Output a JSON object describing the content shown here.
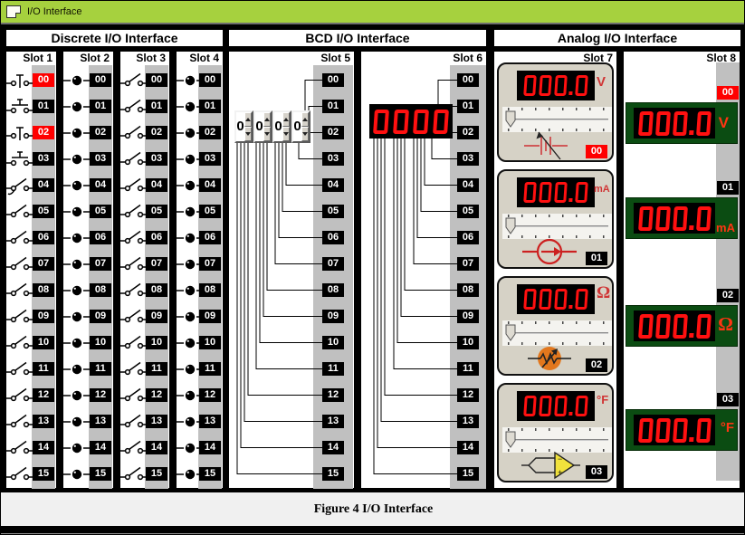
{
  "titlebar": {
    "title": "I/O Interface"
  },
  "caption": "Figure 4  I/O Interface",
  "discrete": {
    "title": "Discrete I/O Interface",
    "slots": [
      {
        "name": "Slot 1",
        "device": "switch",
        "points": [
          {
            "label": "00",
            "kind": "no-pushbutton",
            "on": true
          },
          {
            "label": "01",
            "kind": "nc-pushbutton",
            "on": false
          },
          {
            "label": "02",
            "kind": "no-pushbutton",
            "on": true
          },
          {
            "label": "03",
            "kind": "nc-pushbutton",
            "on": false
          },
          {
            "label": "04",
            "kind": "lever-switch",
            "on": false
          },
          {
            "label": "05",
            "kind": "toggle-switch",
            "on": false
          },
          {
            "label": "06",
            "kind": "toggle-switch",
            "on": false
          },
          {
            "label": "07",
            "kind": "toggle-switch",
            "on": false
          },
          {
            "label": "08",
            "kind": "toggle-switch",
            "on": false
          },
          {
            "label": "09",
            "kind": "toggle-switch",
            "on": false
          },
          {
            "label": "10",
            "kind": "toggle-switch",
            "on": false
          },
          {
            "label": "11",
            "kind": "toggle-switch",
            "on": false
          },
          {
            "label": "12",
            "kind": "toggle-switch",
            "on": false
          },
          {
            "label": "13",
            "kind": "toggle-switch",
            "on": false
          },
          {
            "label": "14",
            "kind": "toggle-switch",
            "on": false
          },
          {
            "label": "15",
            "kind": "toggle-switch",
            "on": false
          }
        ]
      },
      {
        "name": "Slot 2",
        "device": "lamp",
        "points": [
          {
            "label": "00",
            "kind": "lamp",
            "on": false
          },
          {
            "label": "01",
            "kind": "lamp",
            "on": false
          },
          {
            "label": "02",
            "kind": "lamp",
            "on": false
          },
          {
            "label": "03",
            "kind": "lamp",
            "on": false
          },
          {
            "label": "04",
            "kind": "lamp",
            "on": false
          },
          {
            "label": "05",
            "kind": "lamp",
            "on": false
          },
          {
            "label": "06",
            "kind": "lamp",
            "on": false
          },
          {
            "label": "07",
            "kind": "lamp",
            "on": false
          },
          {
            "label": "08",
            "kind": "lamp",
            "on": false
          },
          {
            "label": "09",
            "kind": "lamp",
            "on": false
          },
          {
            "label": "10",
            "kind": "lamp",
            "on": false
          },
          {
            "label": "11",
            "kind": "lamp",
            "on": false
          },
          {
            "label": "12",
            "kind": "lamp",
            "on": false
          },
          {
            "label": "13",
            "kind": "lamp",
            "on": false
          },
          {
            "label": "14",
            "kind": "lamp",
            "on": false
          },
          {
            "label": "15",
            "kind": "lamp",
            "on": false
          }
        ]
      },
      {
        "name": "Slot 3",
        "device": "switch",
        "points": [
          {
            "label": "00",
            "kind": "toggle-switch",
            "on": false
          },
          {
            "label": "01",
            "kind": "toggle-switch",
            "on": false
          },
          {
            "label": "02",
            "kind": "toggle-switch",
            "on": false
          },
          {
            "label": "03",
            "kind": "toggle-switch",
            "on": false
          },
          {
            "label": "04",
            "kind": "toggle-switch",
            "on": false
          },
          {
            "label": "05",
            "kind": "toggle-switch",
            "on": false
          },
          {
            "label": "06",
            "kind": "toggle-switch",
            "on": false
          },
          {
            "label": "07",
            "kind": "toggle-switch",
            "on": false
          },
          {
            "label": "08",
            "kind": "toggle-switch",
            "on": false
          },
          {
            "label": "09",
            "kind": "toggle-switch",
            "on": false
          },
          {
            "label": "10",
            "kind": "toggle-switch",
            "on": false
          },
          {
            "label": "11",
            "kind": "toggle-switch",
            "on": false
          },
          {
            "label": "12",
            "kind": "toggle-switch",
            "on": false
          },
          {
            "label": "13",
            "kind": "toggle-switch",
            "on": false
          },
          {
            "label": "14",
            "kind": "toggle-switch",
            "on": false
          },
          {
            "label": "15",
            "kind": "toggle-switch",
            "on": false
          }
        ]
      },
      {
        "name": "Slot 4",
        "device": "lamp",
        "points": [
          {
            "label": "00",
            "kind": "lamp",
            "on": false
          },
          {
            "label": "01",
            "kind": "lamp",
            "on": false
          },
          {
            "label": "02",
            "kind": "lamp",
            "on": false
          },
          {
            "label": "03",
            "kind": "lamp",
            "on": false
          },
          {
            "label": "04",
            "kind": "lamp",
            "on": false
          },
          {
            "label": "05",
            "kind": "lamp",
            "on": false
          },
          {
            "label": "06",
            "kind": "lamp",
            "on": false
          },
          {
            "label": "07",
            "kind": "lamp",
            "on": false
          },
          {
            "label": "08",
            "kind": "lamp",
            "on": false
          },
          {
            "label": "09",
            "kind": "lamp",
            "on": false
          },
          {
            "label": "10",
            "kind": "lamp",
            "on": false
          },
          {
            "label": "11",
            "kind": "lamp",
            "on": false
          },
          {
            "label": "12",
            "kind": "lamp",
            "on": false
          },
          {
            "label": "13",
            "kind": "lamp",
            "on": false
          },
          {
            "label": "14",
            "kind": "lamp",
            "on": false
          },
          {
            "label": "15",
            "kind": "lamp",
            "on": false
          }
        ]
      }
    ]
  },
  "bcd": {
    "title": "BCD I/O Interface",
    "input_slot": {
      "name": "Slot 5",
      "digits": [
        "0",
        "0",
        "0",
        "0"
      ],
      "terminals": [
        "00",
        "01",
        "02",
        "03",
        "04",
        "05",
        "06",
        "07",
        "08",
        "09",
        "10",
        "11",
        "12",
        "13",
        "14",
        "15"
      ]
    },
    "output_slot": {
      "name": "Slot 6",
      "display": "0000",
      "terminals": [
        "00",
        "01",
        "02",
        "03",
        "04",
        "05",
        "06",
        "07",
        "08",
        "09",
        "10",
        "11",
        "12",
        "13",
        "14",
        "15"
      ]
    }
  },
  "analog": {
    "title": "Analog I/O Interface",
    "input_slot": {
      "name": "Slot 7",
      "channels": [
        {
          "id": "00",
          "value": "000.0",
          "unit": "V",
          "icon": "voltage-source",
          "on": true
        },
        {
          "id": "01",
          "value": "000.0",
          "unit": "mA",
          "icon": "current-source",
          "on": false
        },
        {
          "id": "02",
          "value": "000.0",
          "unit": "Ω",
          "icon": "potentiometer",
          "on": false
        },
        {
          "id": "03",
          "value": "000.0",
          "unit": "°F",
          "icon": "thermocouple-amplifier",
          "on": false
        }
      ]
    },
    "output_slot": {
      "name": "Slot 8",
      "channels": [
        {
          "id": "00",
          "value": "000.0",
          "unit": "V",
          "on": true
        },
        {
          "id": "01",
          "value": "000.0",
          "unit": "mA",
          "on": false
        },
        {
          "id": "02",
          "value": "000.0",
          "unit": "Ω",
          "on": false
        },
        {
          "id": "03",
          "value": "000.0",
          "unit": "°F",
          "on": false
        }
      ]
    }
  },
  "colors": {
    "titlebar_green": "#a6d13e",
    "terminal_gray": "#c0c0c0",
    "active_red": "#ff0000",
    "segment_red": "#ff1010",
    "analog_panel_tan": "#d6d2c6",
    "output_display_green": "#0b4c12",
    "potentiometer_orange": "#e2771d",
    "opamp_yellow": "#f1e23c"
  }
}
